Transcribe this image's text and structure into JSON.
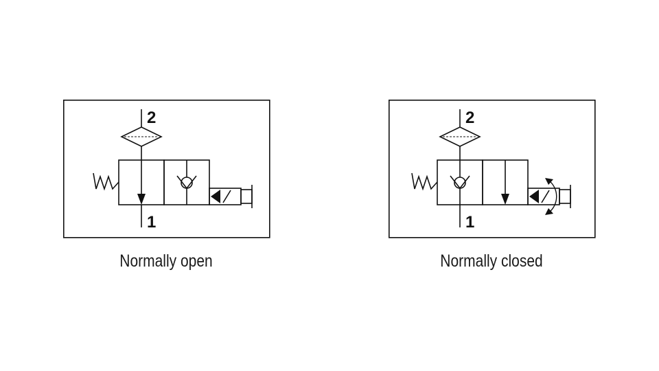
{
  "diagrams": [
    {
      "id": "normally-open",
      "caption": "Normally open",
      "port_top": "2",
      "port_bottom": "1"
    },
    {
      "id": "normally-closed",
      "caption": "Normally closed",
      "port_top": "2",
      "port_bottom": "1"
    }
  ],
  "colors": {
    "stroke": "#111111",
    "text": "#1a1a1a",
    "background": "#ffffff"
  }
}
